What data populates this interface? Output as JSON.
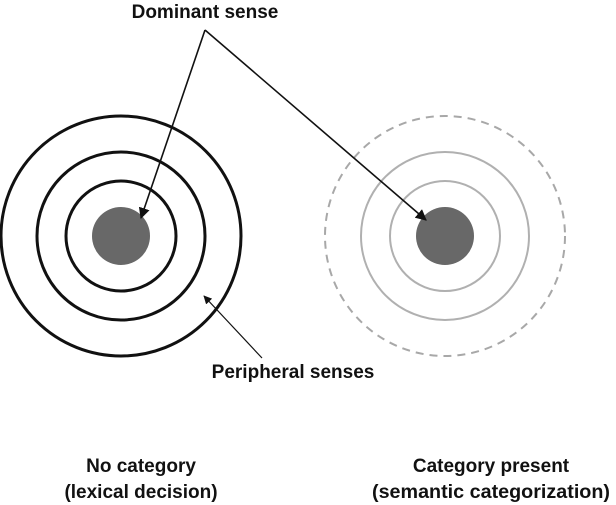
{
  "labels": {
    "dominant": "Dominant sense",
    "peripheral": "Peripheral senses",
    "left_line1": "No category",
    "left_line2": "(lexical decision)",
    "right_line1": "Category present",
    "right_line2": "(semantic categorization)"
  },
  "colors": {
    "core": "#686868",
    "left_rings": "#111111",
    "right_rings": "#b0b0b0",
    "right_outer_dashed": "#a8a8a8",
    "arrows": "#111111",
    "text": "#111111"
  }
}
